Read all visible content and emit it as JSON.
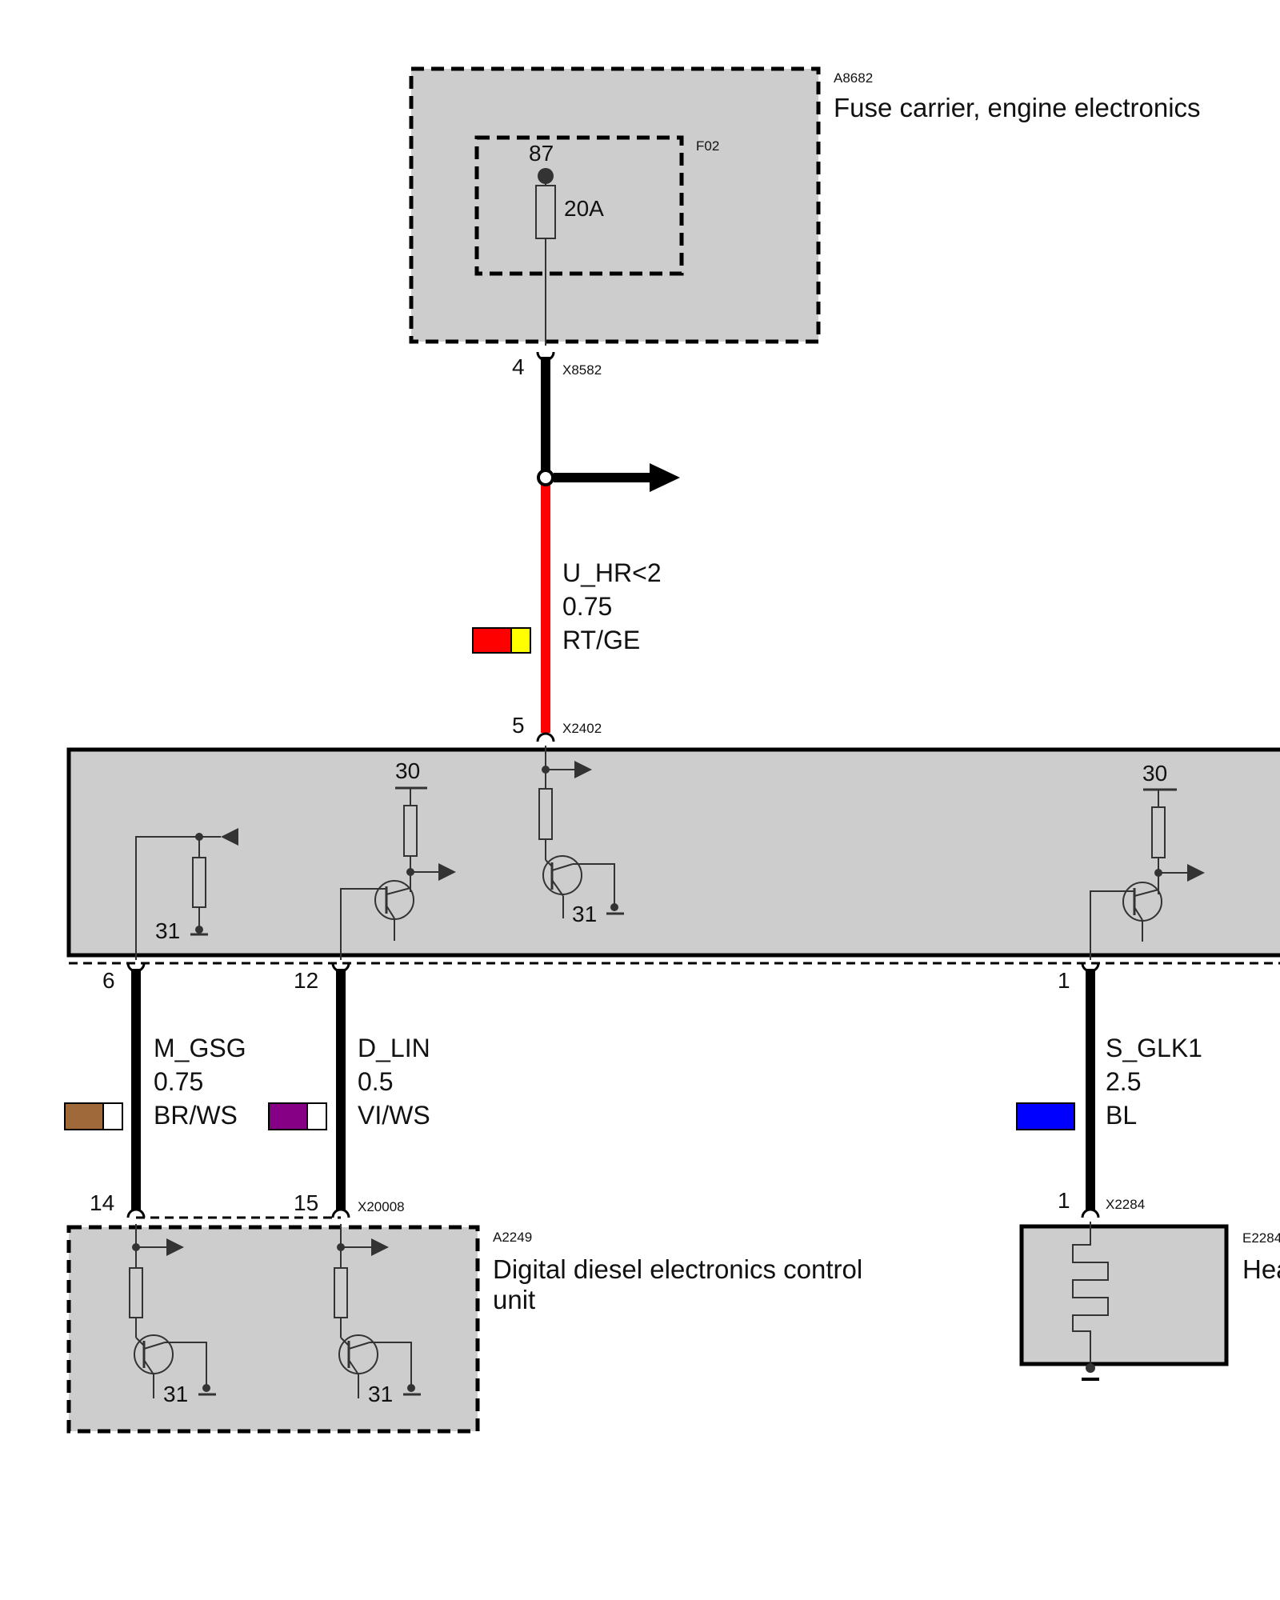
{
  "colors": {
    "box_fill": "#cdcdcd",
    "wire_black": "#000000",
    "wire_red": "#ff0000",
    "swatch_rt": "#ff0000",
    "swatch_ge": "#ffff00",
    "swatch_br": "#a0693a",
    "swatch_vi": "#850085",
    "swatch_ws": "#ffffff",
    "swatch_bl": "#0000ff"
  },
  "fuse_carrier": {
    "id": "A8682",
    "title": "Fuse carrier, engine electronics",
    "fuse": {
      "id": "F02",
      "terminal": "87",
      "rating": "20A"
    }
  },
  "connectors": {
    "x8582": {
      "id": "X8582",
      "pin": "4"
    },
    "x2402": {
      "id": "X2402",
      "pin": "5"
    },
    "x20008": {
      "id": "X20008",
      "pin_a": "14",
      "pin_b": "15"
    },
    "x2284": {
      "id": "X2284",
      "pin": "1"
    }
  },
  "module": {
    "pin_left": "6",
    "pin_mid": "12",
    "pin_right": "1",
    "labels": {
      "t30_a": "30",
      "t30_b": "30",
      "t31_a": "31",
      "t31_b": "31"
    }
  },
  "wires": {
    "u_hr": {
      "signal": "U_HR<2",
      "gauge": "0.75",
      "color_code": "RT/GE"
    },
    "m_gsg": {
      "signal": "M_GSG",
      "gauge": "0.75",
      "color_code": "BR/WS"
    },
    "d_lin": {
      "signal": "D_LIN",
      "gauge": "0.5",
      "color_code": "VI/WS"
    },
    "s_glk1": {
      "signal": "S_GLK1",
      "gauge": "2.5",
      "color_code": "BL"
    }
  },
  "dde": {
    "id": "A2249",
    "title_line1": "Digital diesel electronics control",
    "title_line2": "unit",
    "labels": {
      "t31_a": "31",
      "t31_b": "31"
    }
  },
  "heater": {
    "id": "E2284",
    "title": "Hea"
  }
}
